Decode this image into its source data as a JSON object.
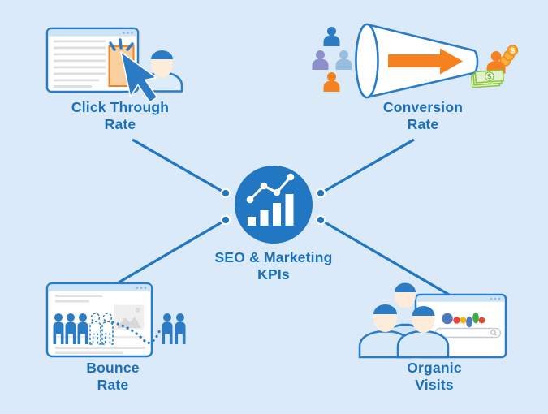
{
  "diagram": {
    "title_implicit": "SEO & Marketing KPIs",
    "center": {
      "line1": "SEO & Marketing",
      "line2": "KPIs",
      "icon": "bar-chart-growth-icon"
    },
    "nodes": [
      {
        "id": "click-through-rate",
        "line1": "Click Through",
        "line2": "Rate",
        "icon": "webpage-ad-click-icon",
        "position": "top-left"
      },
      {
        "id": "conversion-rate",
        "line1": "Conversion",
        "line2": "Rate",
        "icon": "funnel-users-to-money-icon",
        "position": "top-right"
      },
      {
        "id": "bounce-rate",
        "line1": "Bounce",
        "line2": "Rate",
        "icon": "webpage-visitors-bounce-icon",
        "position": "bottom-left"
      },
      {
        "id": "organic-visits",
        "line1": "Organic",
        "line2": "Visits",
        "icon": "users-search-engine-icon",
        "position": "bottom-right"
      }
    ],
    "currency_symbol": "$"
  },
  "colors": {
    "background": "#dbeaf8",
    "primary_blue": "#2277c2",
    "label_blue": "#1b6fbb",
    "icon_stroke_blue": "#2a7cc8",
    "accent_orange": "#f5821f",
    "ad_fill_orange": "#fbd0a0",
    "coin_gold": "#fbb03b",
    "bill_green": "#8cc63f",
    "bill_fill": "#e3f2cf",
    "person_purple": "#8d8fcb",
    "person_lightblue": "#97bede",
    "skin": "#fcecd9",
    "shirt_lightblue": "#d8e9f8",
    "content_line_gray": "#dedede",
    "google_blue": "#4f79c0",
    "google_red": "#e8443b",
    "google_yellow": "#f4b400",
    "google_green": "#3fae49"
  }
}
